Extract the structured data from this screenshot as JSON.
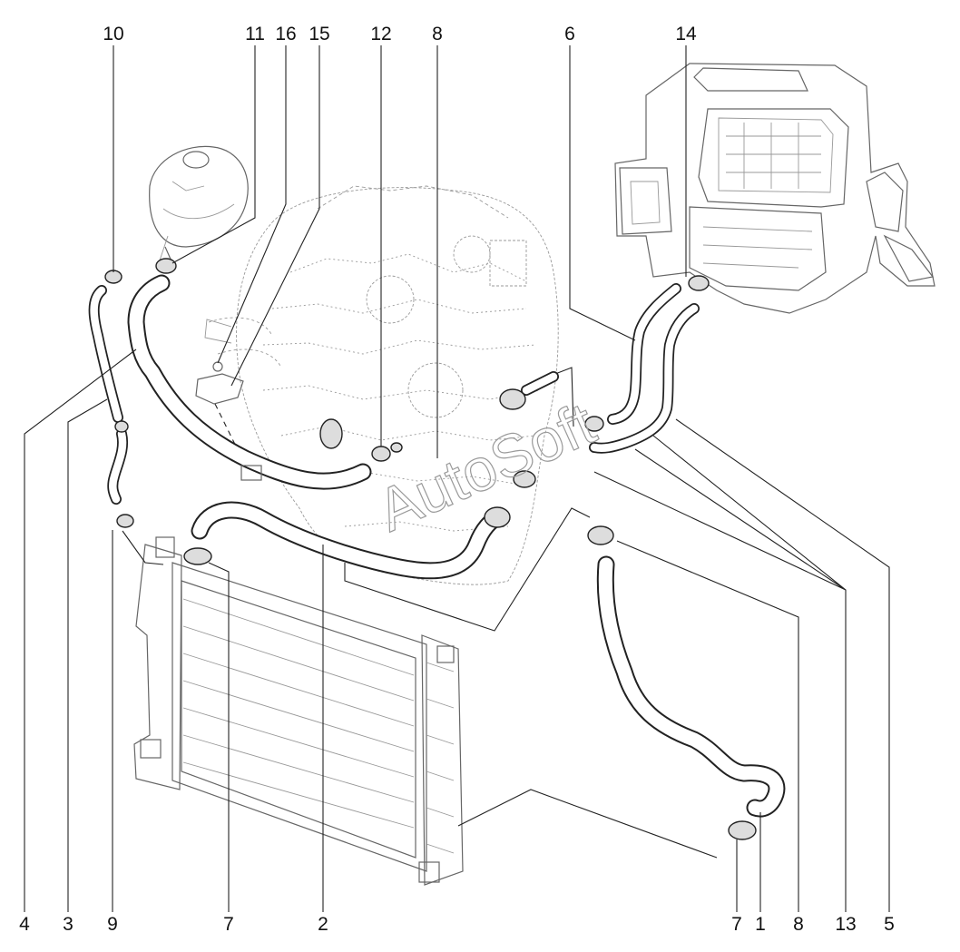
{
  "watermark": "AutoSoft",
  "callouts": {
    "top": [
      "10",
      "11",
      "16",
      "15",
      "12",
      "8",
      "6",
      "14"
    ],
    "bottom": [
      "4",
      "3",
      "9",
      "7",
      "2",
      "7",
      "1",
      "8",
      "13",
      "5"
    ]
  }
}
